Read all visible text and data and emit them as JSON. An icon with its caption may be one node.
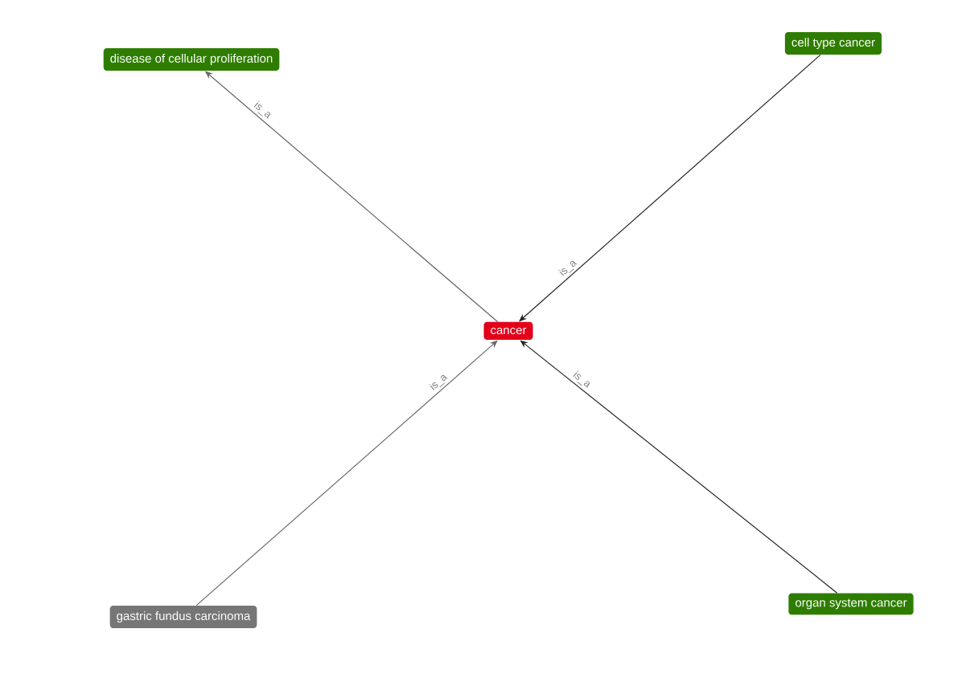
{
  "diagram": {
    "nodes": [
      {
        "text": [
          "disease of cellular proliferation"
        ]
      },
      {
        "text": [
          "cell type cancer"
        ]
      },
      {
        "text": [
          "cancer"
        ]
      },
      {
        "text": [
          "gastric fundus carcinoma"
        ]
      },
      {
        "text": [
          "organ system cancer"
        ]
      }
    ],
    "edges": [
      {
        "from": 2,
        "to": 0,
        "arrow": "to",
        "label": "is_a",
        "color": "#666666"
      },
      {
        "from": 1,
        "to": 2,
        "arrow": "to",
        "label": "is_a",
        "color": "#222222"
      },
      {
        "from": 3,
        "to": 2,
        "arrow": "to",
        "label": "is_a",
        "color": "#666666"
      },
      {
        "from": 4,
        "to": 2,
        "arrow": "to",
        "label": "is_a",
        "color": "#222222"
      }
    ]
  }
}
